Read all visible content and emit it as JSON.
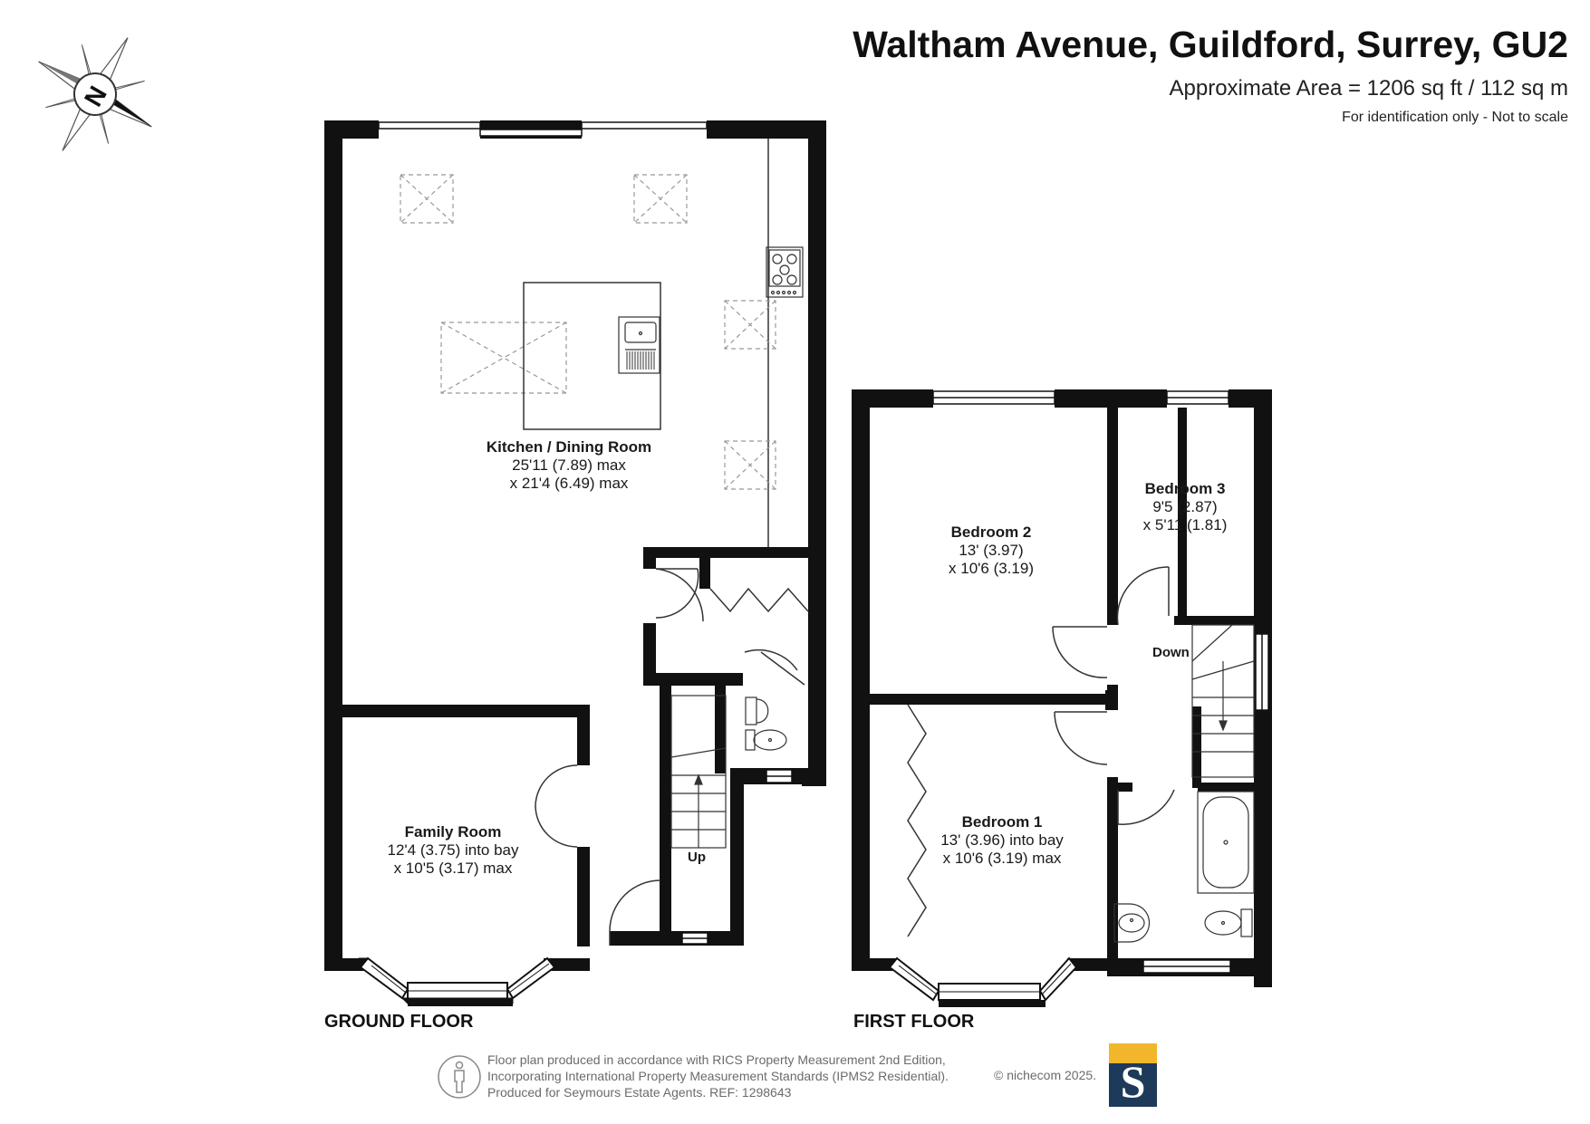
{
  "header": {
    "title": "Waltham Avenue, Guildford, Surrey, GU2",
    "area": "Approximate Area = 1206 sq ft / 112 sq m",
    "disclaimer": "For identification only - Not to scale"
  },
  "compass": {
    "letter": "N"
  },
  "floors": {
    "ground": "GROUND FLOOR",
    "first": "FIRST FLOOR"
  },
  "rooms": {
    "kitchen": {
      "name": "Kitchen / Dining Room",
      "dim1": "25'11 (7.89) max",
      "dim2": "x 21'4 (6.49) max"
    },
    "family": {
      "name": "Family Room",
      "dim1": "12'4 (3.75) into bay",
      "dim2": "x 10'5 (3.17) max"
    },
    "bed2": {
      "name": "Bedroom 2",
      "dim1": "13' (3.97)",
      "dim2": "x 10'6 (3.19)"
    },
    "bed3": {
      "name": "Bedroom 3",
      "dim1": "9'5  (2.87)",
      "dim2": "x 5'11 (1.81)"
    },
    "bed1": {
      "name": "Bedroom 1",
      "dim1": "13' (3.96) into bay",
      "dim2": "x 10'6 (3.19) max"
    }
  },
  "stairs": {
    "up": "Up",
    "down": "Down"
  },
  "footer": {
    "line1": "Floor plan produced in accordance with RICS Property Measurement 2nd Edition,",
    "line2": "Incorporating International Property Measurement Standards (IPMS2 Residential).",
    "line3": "Produced for Seymours Estate Agents.   REF: 1298643",
    "copyright": "© nichecom 2025.",
    "logo_letter": "S"
  },
  "colors": {
    "wall": "#111111",
    "line": "#333333",
    "dashed": "#999999",
    "text": "#1a1a1a",
    "brand_navy": "#1e3a5a",
    "brand_gold": "#f2b62d"
  }
}
